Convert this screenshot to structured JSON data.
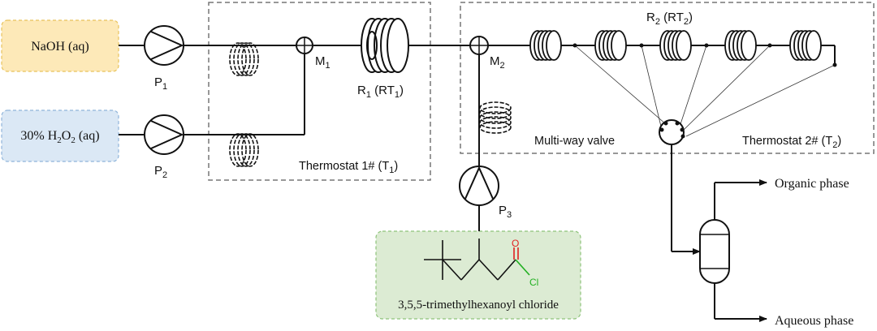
{
  "feeds": {
    "naoh": {
      "label": "NaOH (aq)"
    },
    "h2o2": {
      "pre": "30% H",
      "sub1": "2",
      "mid": "O",
      "sub2": "2",
      "post": " (aq)"
    },
    "chloride": {
      "label": "3,5,5-trimethylhexanoyl chloride",
      "atom_o": "O",
      "atom_cl": "Cl"
    }
  },
  "pumps": {
    "p1": {
      "main": "P",
      "sub": "1"
    },
    "p2": {
      "main": "P",
      "sub": "2"
    },
    "p3": {
      "main": "P",
      "sub": "3"
    }
  },
  "mixers": {
    "m1": {
      "main": "M",
      "sub": "1"
    },
    "m2": {
      "main": "M",
      "sub": "2"
    }
  },
  "reactors": {
    "r1": {
      "a": "R",
      "asub": "1",
      "b": " (RT",
      "bsub": "1",
      "c": ")"
    },
    "r2": {
      "a": "R",
      "asub": "2",
      "b": " (RT",
      "bsub": "2",
      "c": ")"
    }
  },
  "thermostats": {
    "t1": {
      "a": "Thermostat 1# (T",
      "sub": "1",
      "b": ")"
    },
    "t2": {
      "a": "Thermostat 2# (T",
      "sub": "2",
      "b": ")"
    }
  },
  "valve": {
    "label": "Multi-way valve"
  },
  "outputs": {
    "organic": "Organic phase",
    "aqueous": "Aqueous phase"
  },
  "colors": {
    "naoh_fill": "#fde9b8",
    "naoh_border": "#e8c25a",
    "h2o2_fill": "#dbe8f5",
    "h2o2_border": "#8fb4da",
    "chloride_fill": "#dcebd3",
    "chloride_border": "#8ec37a",
    "oxygen": "#e02020",
    "chlorine": "#22b022"
  }
}
